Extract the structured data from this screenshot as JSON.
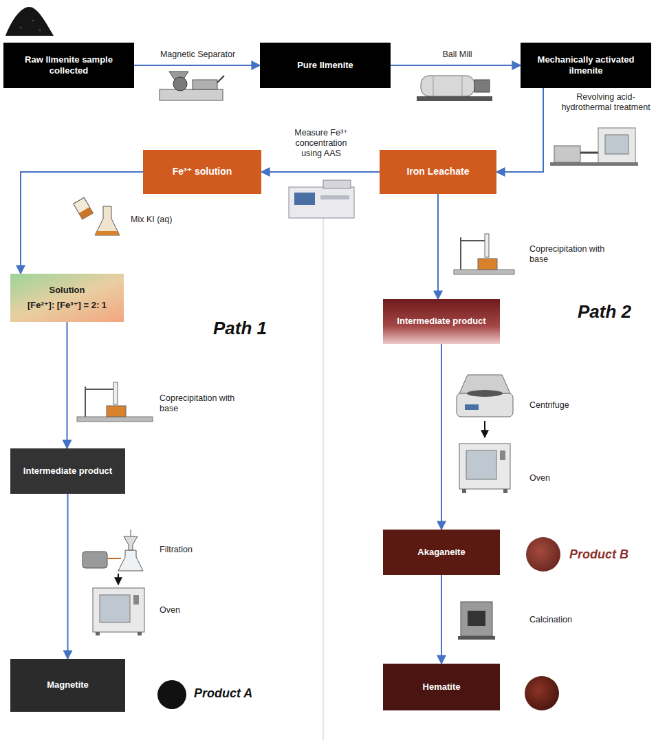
{
  "diagram": {
    "nodes": [
      {
        "text": [
          "Raw Ilmenite sample collected"
        ]
      },
      {
        "text": [
          "Pure Ilmenite"
        ]
      },
      {
        "text": [
          "Mechanically activated ilmenite"
        ]
      },
      {
        "text": [
          "Fe³⁺ solution"
        ]
      },
      {
        "text": [
          "Iron Leachate"
        ]
      },
      {
        "text": [
          "Solution",
          "[Fe²⁺]: [Fe³⁺] = 2: 1"
        ]
      },
      {
        "text": [
          "Intermediate product"
        ]
      },
      {
        "text": [
          "Intermediate product"
        ]
      },
      {
        "text": [
          "Akaganeite"
        ]
      },
      {
        "text": [
          "Magnetite"
        ]
      },
      {
        "text": [
          "Hematite"
        ]
      }
    ],
    "edges": [
      {
        "from": 0,
        "to": 1,
        "label": "Magnetic Separator",
        "arrow": "to"
      },
      {
        "from": 1,
        "to": 2,
        "label": "Ball Mill",
        "arrow": "to"
      },
      {
        "from": 2,
        "to": 4,
        "label": "Revolving acid-hydrothermal treatment",
        "arrow": "to"
      },
      {
        "from": 4,
        "to": 3,
        "label": "Measure Fe³⁺ concentration using AAS",
        "arrow": "to"
      },
      {
        "from": 3,
        "to": 5,
        "label": "Mix KI (aq)",
        "arrow": "to"
      },
      {
        "from": 5,
        "to": 7,
        "label": "Coprecipitation with base",
        "arrow": "to"
      },
      {
        "from": 7,
        "to": 9,
        "label": "Filtration",
        "arrow": "to"
      },
      {
        "from": 4,
        "to": 6,
        "label": "Coprecipitation with base",
        "arrow": "to"
      },
      {
        "from": 6,
        "to": 8,
        "label": "Centrifuge",
        "arrow": "to"
      },
      {
        "from": 8,
        "to": 10,
        "label": "Calcination",
        "arrow": "to"
      }
    ],
    "labels": [
      "Path 1",
      "Path 2",
      "Oven",
      "Oven",
      "Product A",
      "Product B"
    ]
  }
}
